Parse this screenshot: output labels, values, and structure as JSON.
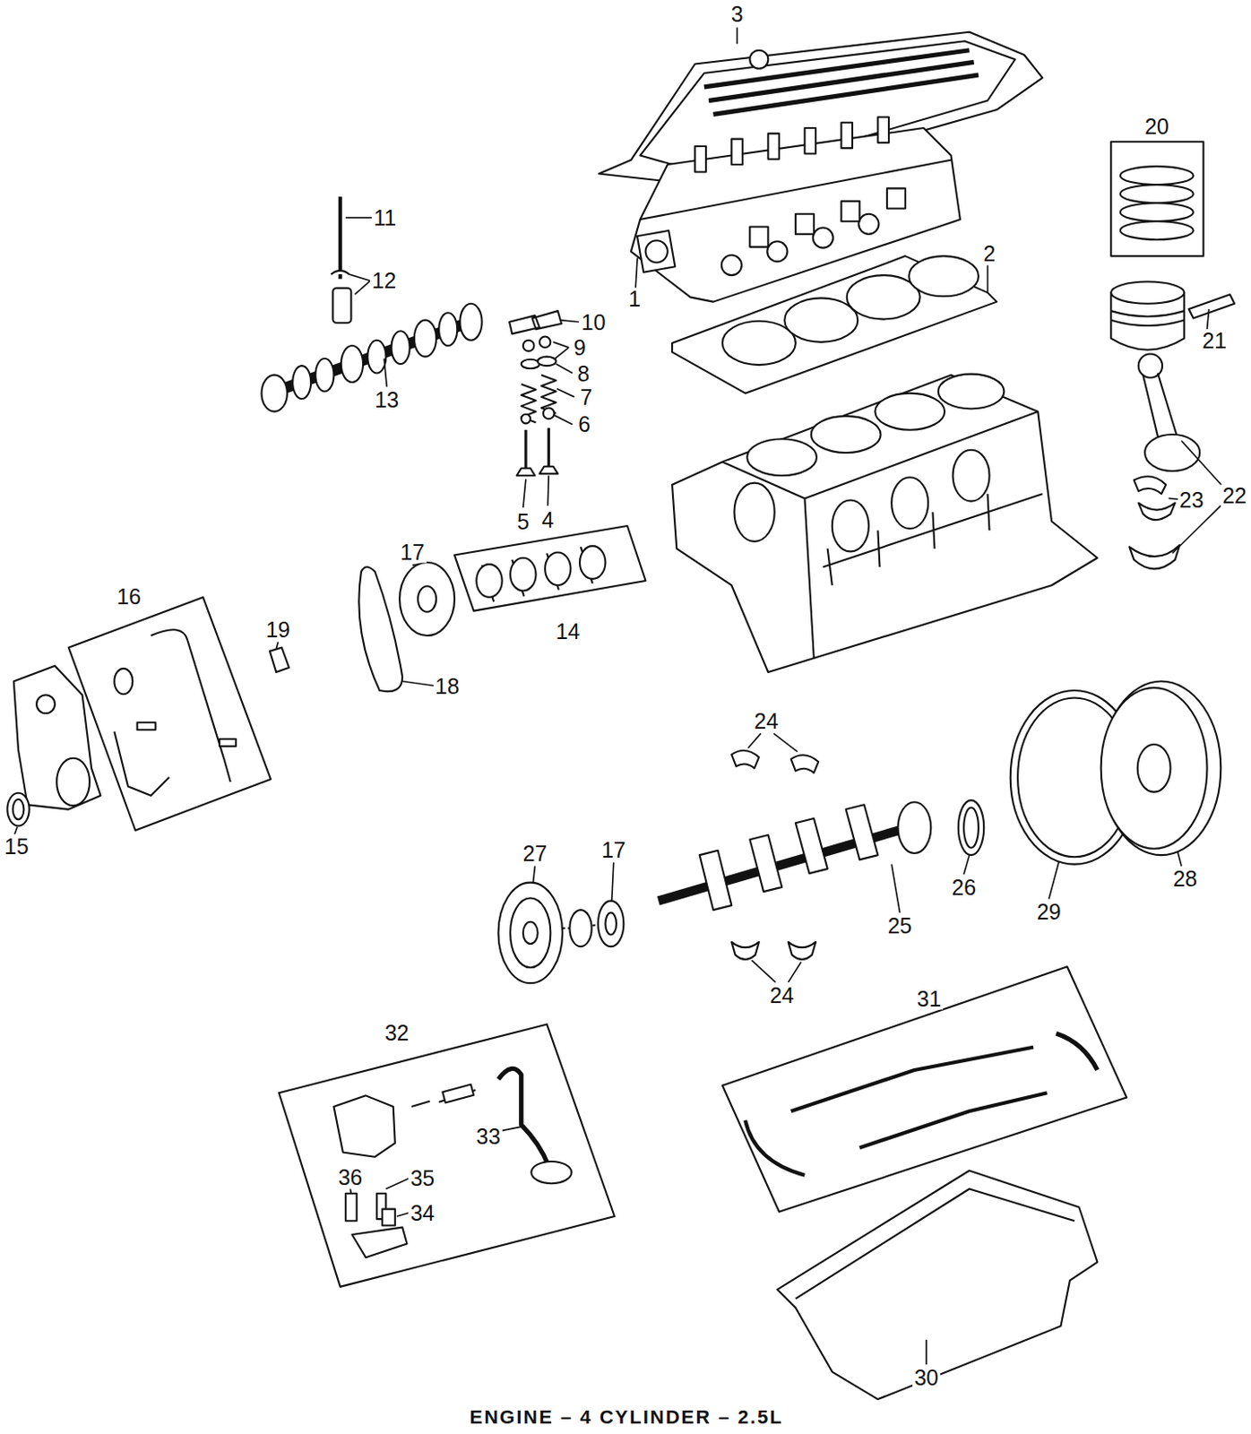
{
  "diagram": {
    "caption": "ENGINE – 4 CYLINDER – 2.5L",
    "labels": [
      "3",
      "20",
      "11",
      "12",
      "2",
      "1",
      "10",
      "21",
      "9",
      "8",
      "13",
      "7",
      "6",
      "22",
      "23",
      "5",
      "4",
      "17",
      "16",
      "19",
      "14",
      "18",
      "24",
      "15",
      "27",
      "17",
      "26",
      "29",
      "28",
      "25",
      "24",
      "31",
      "32",
      "33",
      "36",
      "35",
      "34",
      "30"
    ]
  }
}
